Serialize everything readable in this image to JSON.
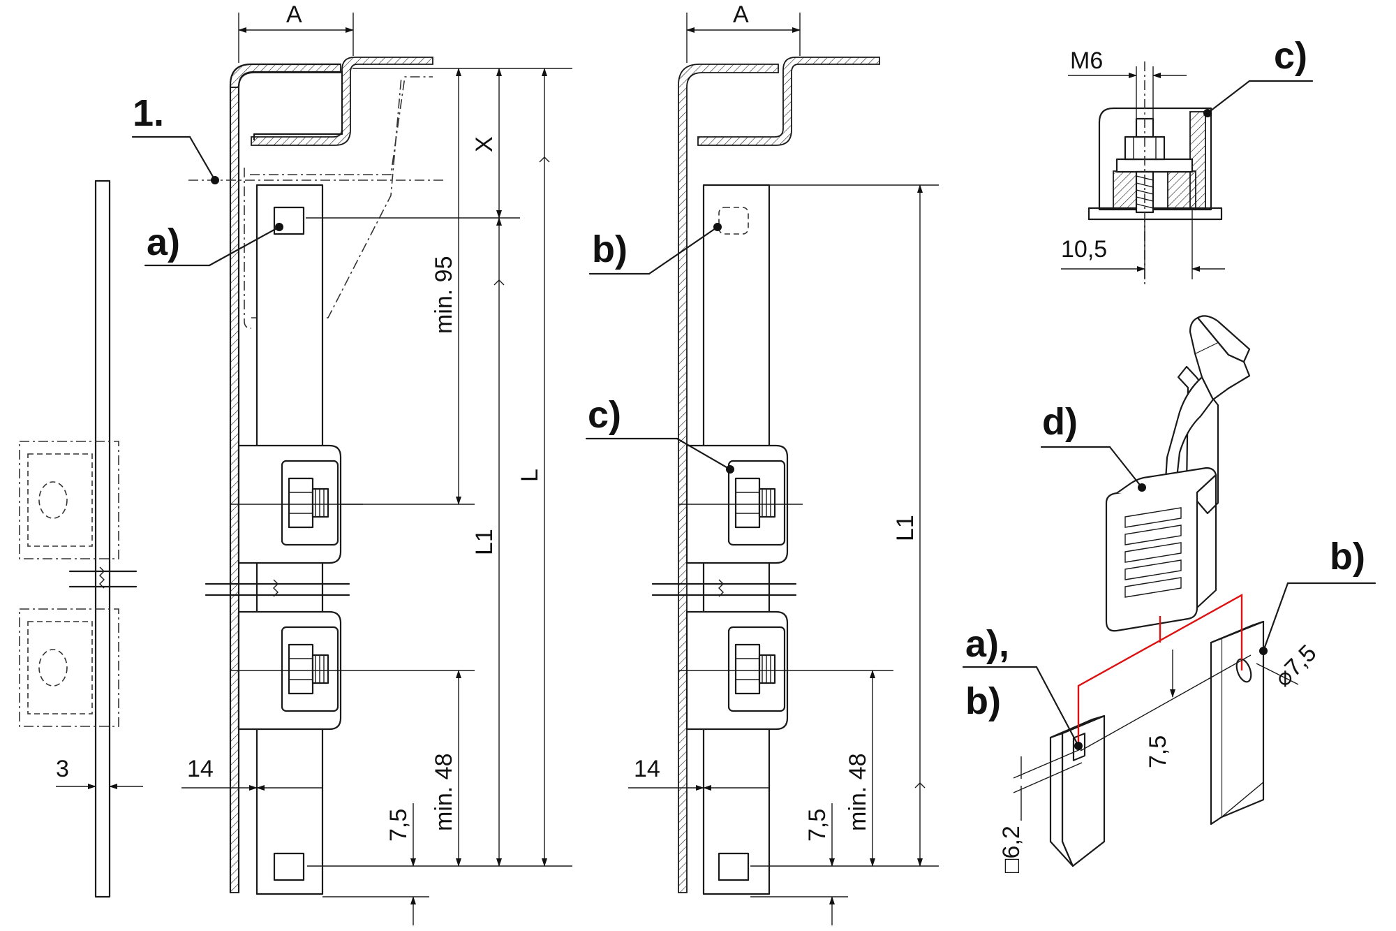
{
  "callouts": {
    "one": "1.",
    "a_left": "a)",
    "b_mid": "b)",
    "c_mid": "c)",
    "c_detail": "c)",
    "d_iso": "d)",
    "b_iso": "b)",
    "ab_iso_line1": "a),",
    "ab_iso_line2": "b)"
  },
  "dimensions": {
    "A_left": "A",
    "A_mid": "A",
    "X": "X",
    "min95": "min. 95",
    "L": "L",
    "L1_left": "L1",
    "L1_mid": "L1",
    "min48_left": "min. 48",
    "min48_mid": "min. 48",
    "d7_5_left": "7,5",
    "d7_5_mid": "7,5",
    "d14_left": "14",
    "d14_mid": "14",
    "d3": "3",
    "M6": "M6",
    "d10_5": "10,5",
    "iso_7_5": "7,5",
    "iso_sq6_2": "□6,2",
    "iso_dia7_5": "⌀7,5"
  },
  "colors": {
    "line": "#1a1a1a",
    "highlight": "#dd1111",
    "background": "#ffffff"
  }
}
